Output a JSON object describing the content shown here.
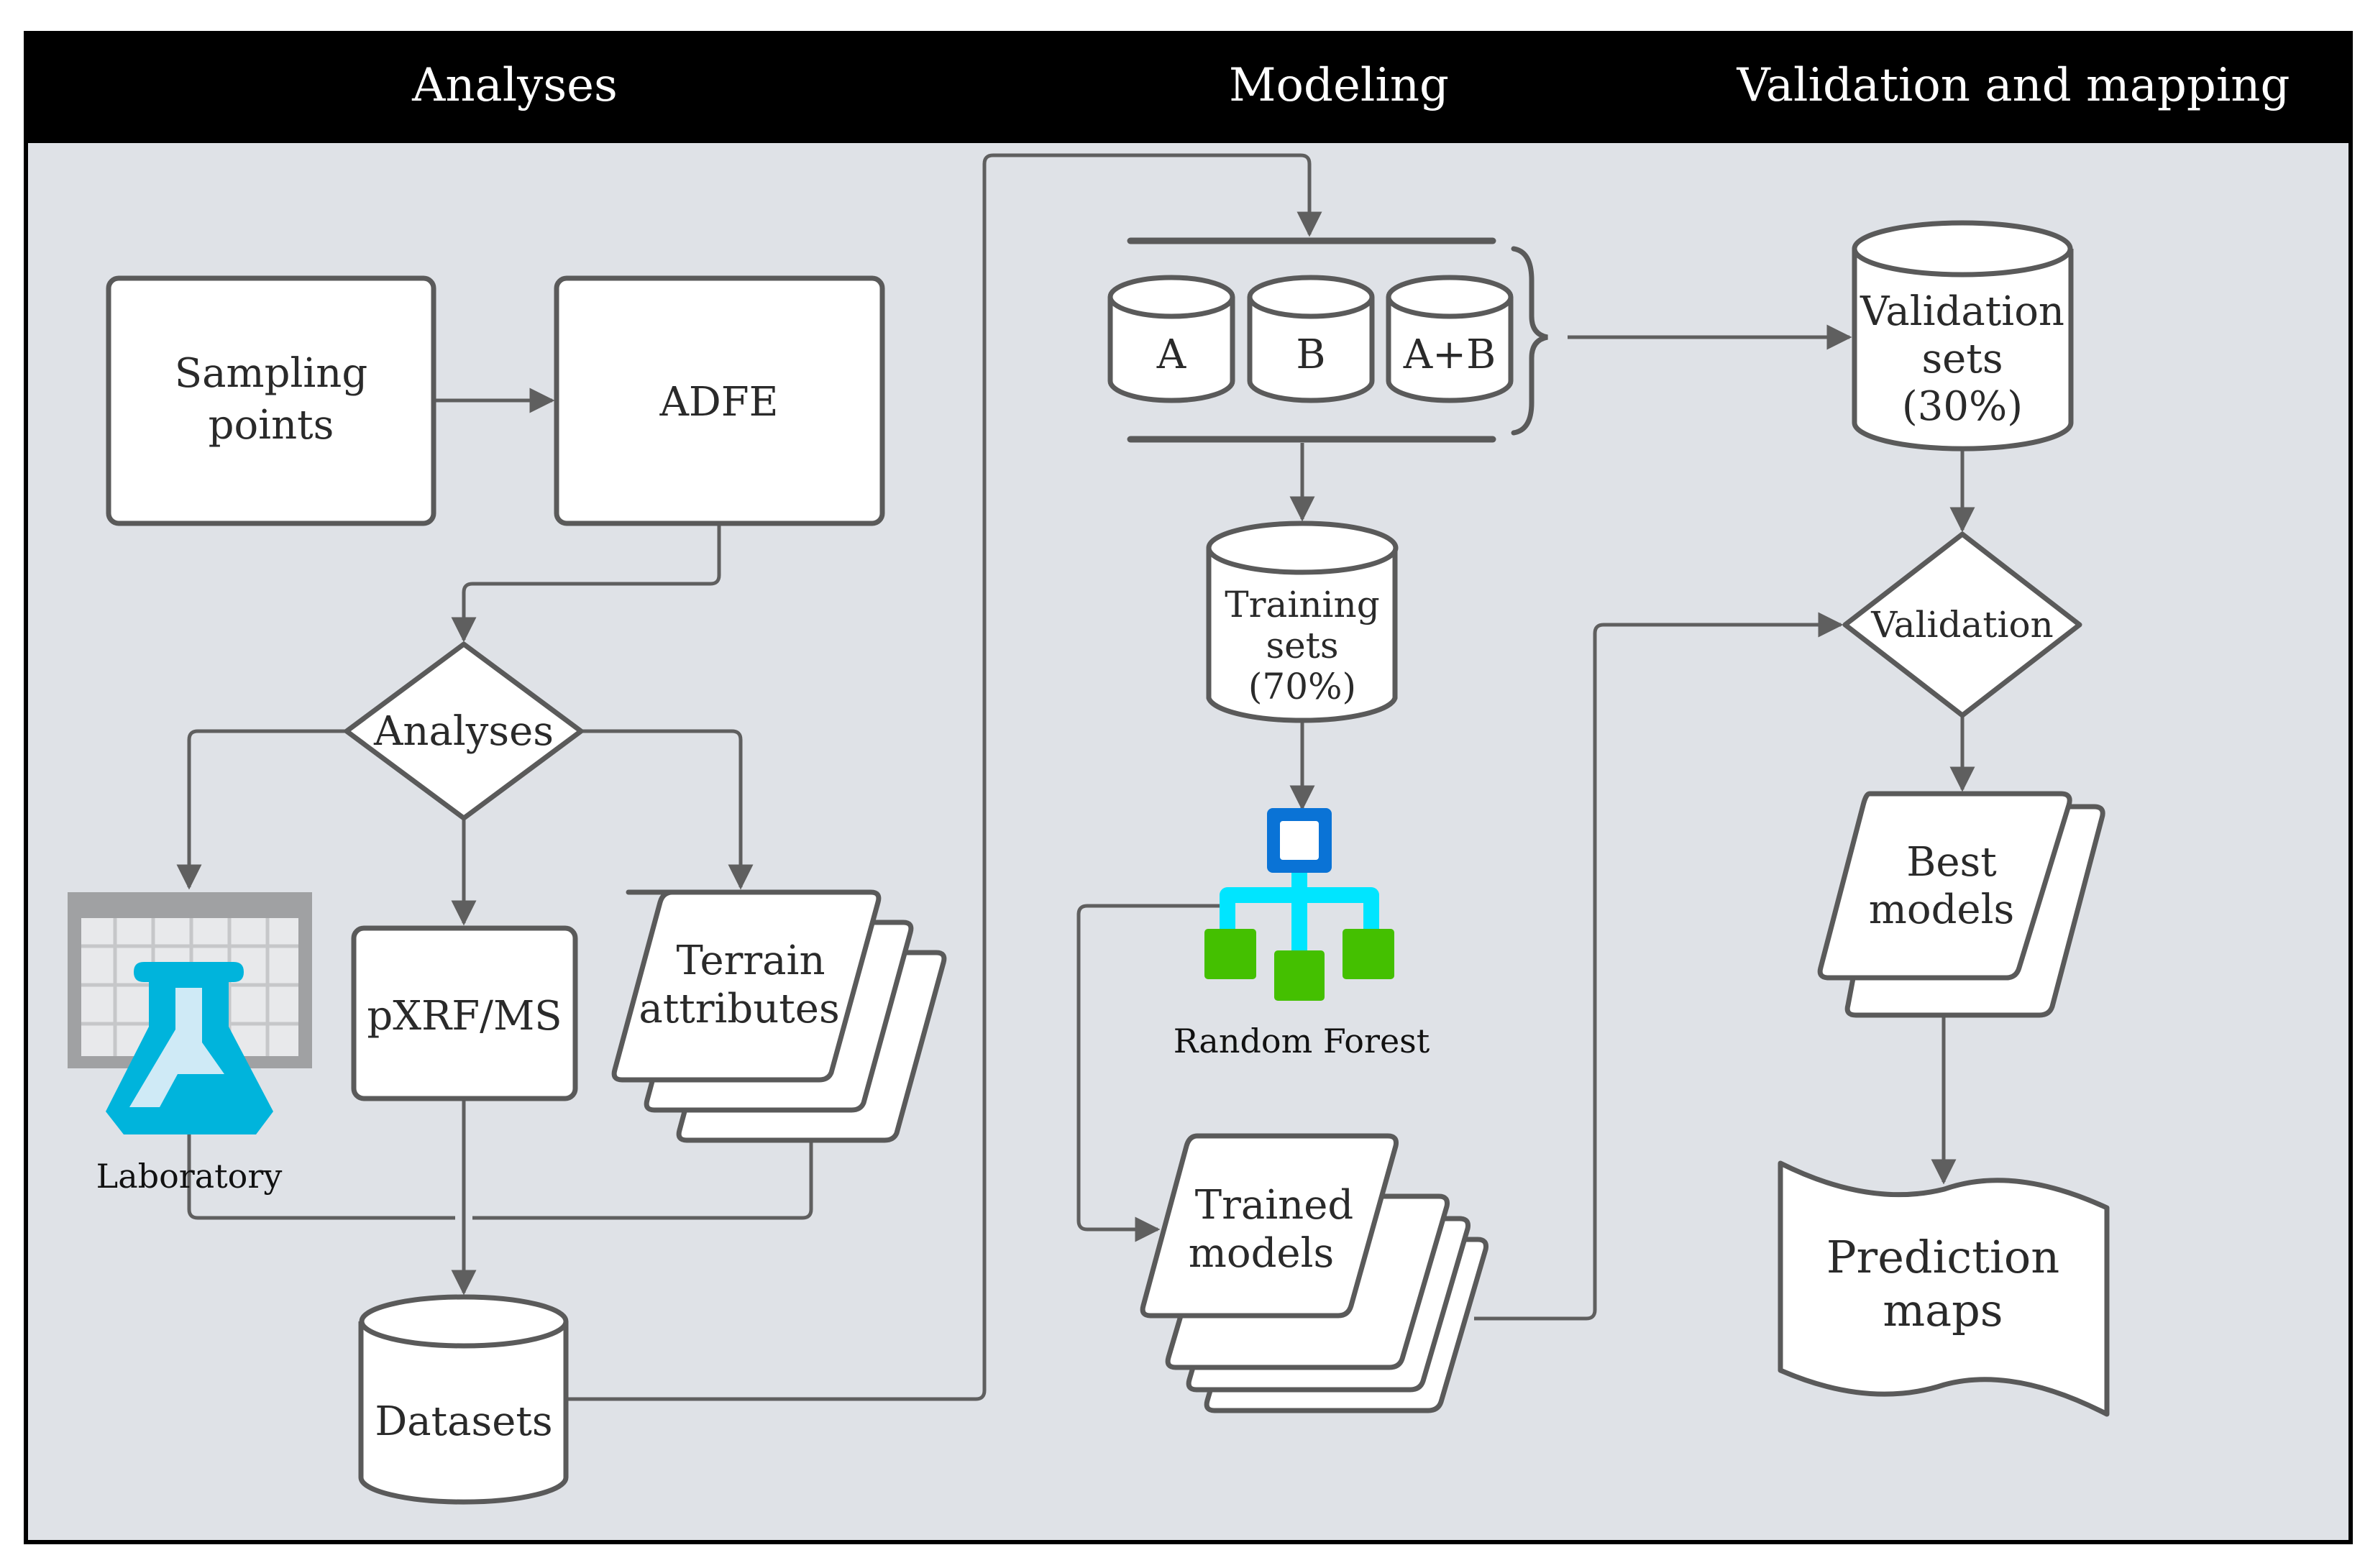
{
  "header": {
    "sections": [
      {
        "label": "Analyses"
      },
      {
        "label": "Modeling"
      },
      {
        "label": "Validation and mapping"
      }
    ]
  },
  "colors": {
    "header_bg": "#000000",
    "panel_bg": "#dfe2e7",
    "shape_fill": "#ffffff",
    "shape_stroke": "#5a5a5a",
    "lab_flask": "#00b4dc",
    "lab_flask_light": "#cfeaf6",
    "lab_grid": "#a0a1a3",
    "rf_root": "#0a73d6",
    "rf_branches": "#00e5ff",
    "rf_leaves": "#44c000"
  },
  "nodes": {
    "sampling_points": {
      "line1": "Sampling",
      "line2": "points"
    },
    "adfe": {
      "label": "ADFE"
    },
    "analyses_decision": {
      "label": "Analyses"
    },
    "laboratory": {
      "label": "Laboratory"
    },
    "pxrf_ms": {
      "label": "pXRF/MS"
    },
    "terrain_attributes": {
      "line1": "Terrain",
      "line2": "attributes"
    },
    "datasets": {
      "label": "Datasets"
    },
    "subset_a": {
      "label": "A"
    },
    "subset_b": {
      "label": "B"
    },
    "subset_ab": {
      "label": "A+B"
    },
    "training_sets": {
      "line1": "Training",
      "line2": "sets",
      "line3": "(70%)"
    },
    "random_forest": {
      "label": "Random Forest"
    },
    "trained_models": {
      "line1": "Trained",
      "line2": "models"
    },
    "validation_sets": {
      "line1": "Validation",
      "line2": "sets",
      "line3": "(30%)"
    },
    "validation_decision": {
      "label": "Validation"
    },
    "best_models": {
      "line1": "Best",
      "line2": "models"
    },
    "prediction_maps": {
      "line1": "Prediction",
      "line2": "maps"
    }
  }
}
